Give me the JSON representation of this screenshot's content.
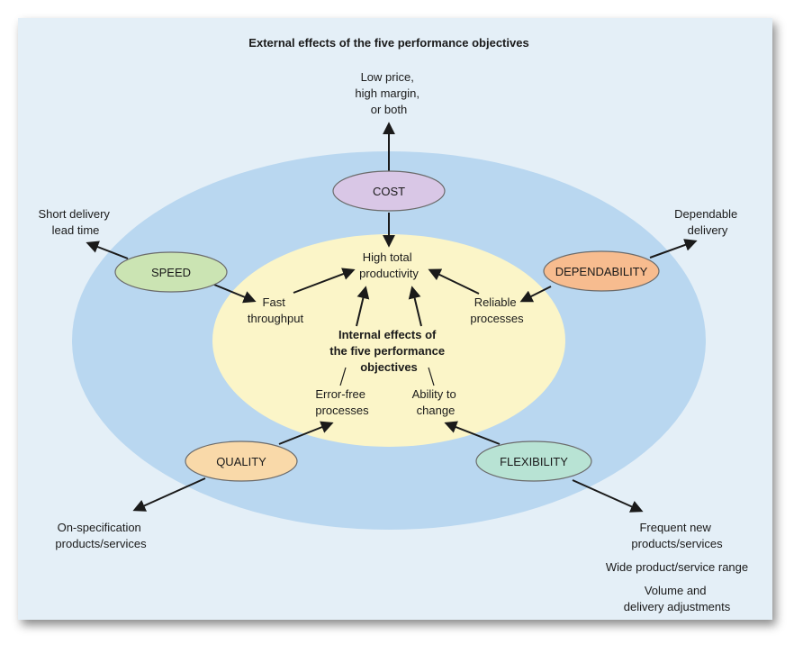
{
  "title": "External effects of the five performance objectives",
  "internal_title": [
    "Internal effects of",
    "the five performance",
    "objectives"
  ],
  "colors": {
    "frame_background": "#e4eff7",
    "outer_ellipse": "#b9d7f0",
    "inner_ellipse": "#fbf5c8",
    "cost": "#d9c7e6",
    "speed": "#cbe4b3",
    "dependability": "#f7bc8f",
    "quality": "#f9d9a9",
    "flexibility": "#b8e3d4"
  },
  "objectives": {
    "cost": "COST",
    "speed": "SPEED",
    "dependability": "DEPENDABILITY",
    "quality": "QUALITY",
    "flexibility": "FLEXIBILITY"
  },
  "internal_effects": {
    "center": [
      "High total",
      "productivity"
    ],
    "speed": [
      "Fast",
      "throughput"
    ],
    "dependability": [
      "Reliable",
      "processes"
    ],
    "quality": [
      "Error-free",
      "processes"
    ],
    "flexibility": [
      "Ability to",
      "change"
    ]
  },
  "external_effects": {
    "cost": [
      "Low price,",
      "high margin,",
      "or both"
    ],
    "speed": [
      "Short delivery",
      "lead time"
    ],
    "dependability": [
      "Dependable",
      "delivery"
    ],
    "quality": [
      "On-specification",
      "products/services"
    ],
    "flexibility_1": [
      "Frequent new",
      "products/services"
    ],
    "flexibility_2": "Wide product/service range",
    "flexibility_3": [
      "Volume and",
      "delivery adjustments"
    ]
  }
}
